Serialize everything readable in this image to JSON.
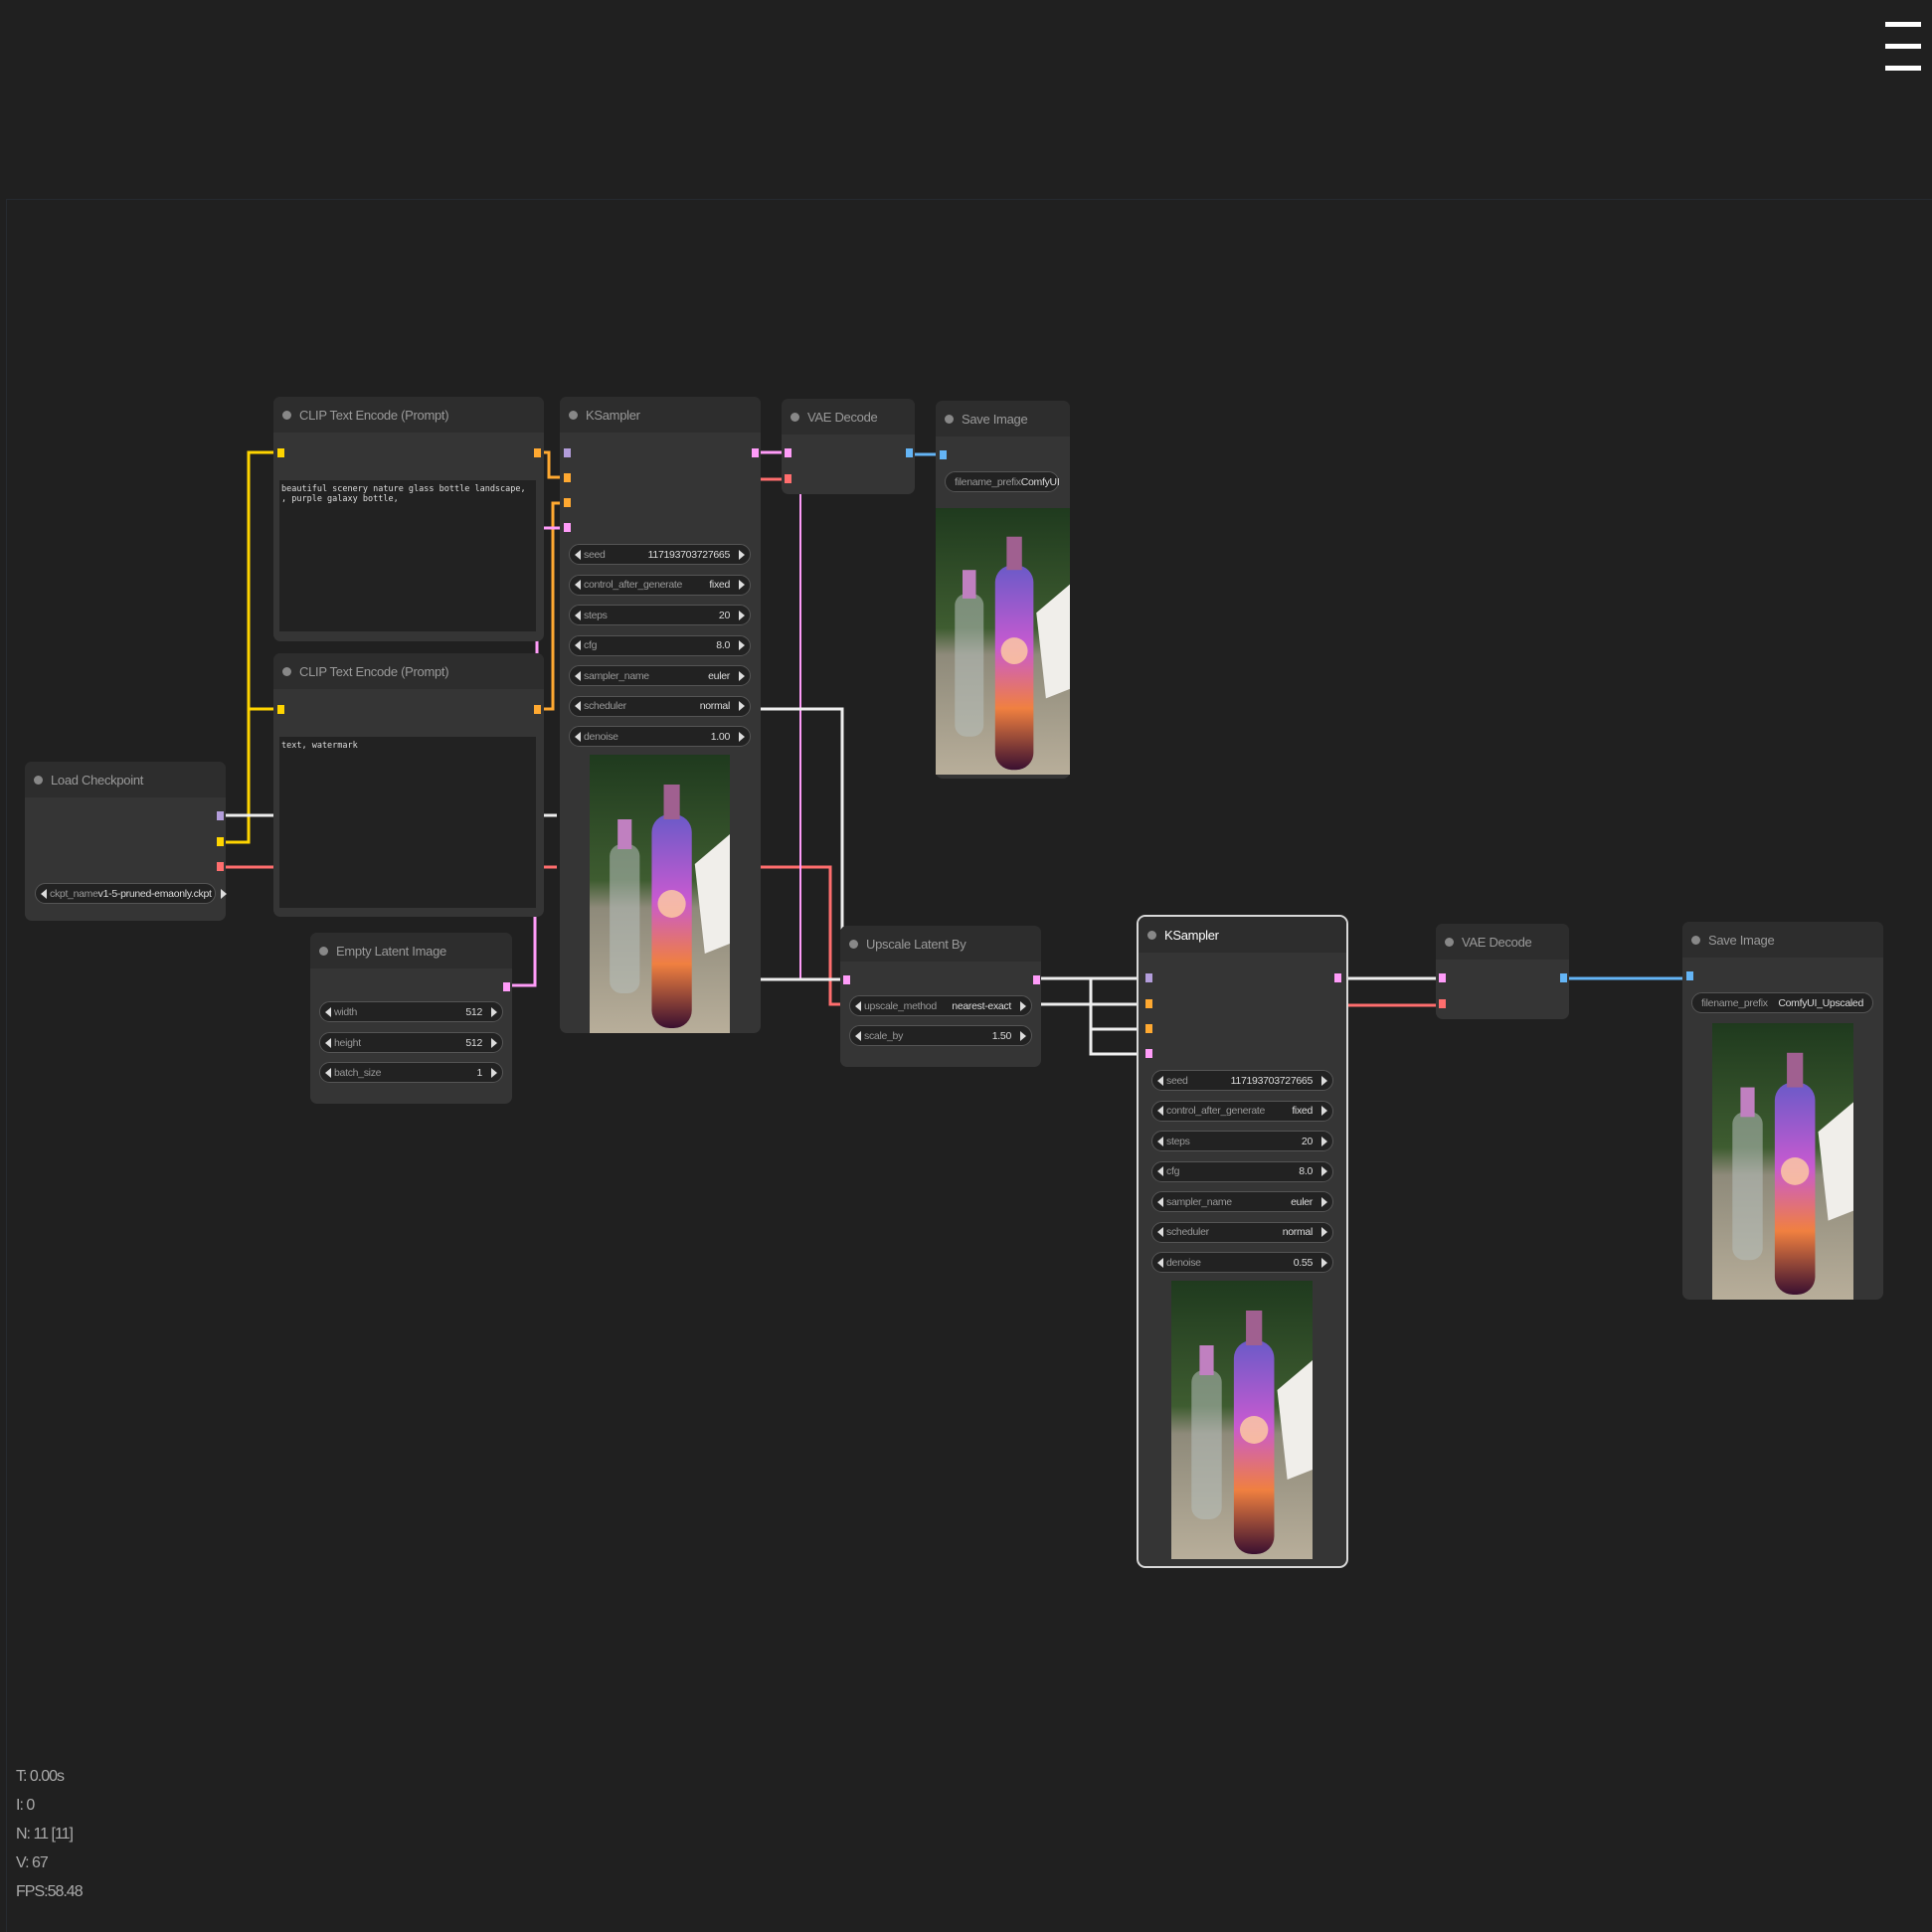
{
  "menu": {
    "icon": "hamburger-menu-icon"
  },
  "colors": {
    "clip": "#ffd500",
    "model": "#b39ddb",
    "vae": "#ff6e6e",
    "conditioning": "#ffa931",
    "latent": "#ff9cf9",
    "image": "#64b5f6"
  },
  "nodes": {
    "load_checkpoint": {
      "title": "Load Checkpoint",
      "widgets": [
        {
          "name": "ckpt_name",
          "value": "v1-5-pruned-emaonly.ckpt"
        }
      ]
    },
    "clip_text_pos": {
      "title": "CLIP Text Encode (Prompt)",
      "text": "beautiful scenery nature glass bottle landscape, , purple galaxy bottle,"
    },
    "clip_text_neg": {
      "title": "CLIP Text Encode (Prompt)",
      "text": "text, watermark"
    },
    "empty_latent": {
      "title": "Empty Latent Image",
      "widgets": [
        {
          "name": "width",
          "value": "512"
        },
        {
          "name": "height",
          "value": "512"
        },
        {
          "name": "batch_size",
          "value": "1"
        }
      ]
    },
    "ksampler_1": {
      "title": "KSampler",
      "widgets": [
        {
          "name": "seed",
          "value": "117193703727665"
        },
        {
          "name": "control_after_generate",
          "value": "fixed"
        },
        {
          "name": "steps",
          "value": "20"
        },
        {
          "name": "cfg",
          "value": "8.0"
        },
        {
          "name": "sampler_name",
          "value": "euler"
        },
        {
          "name": "scheduler",
          "value": "normal"
        },
        {
          "name": "denoise",
          "value": "1.00"
        }
      ]
    },
    "vae_decode_1": {
      "title": "VAE Decode"
    },
    "save_image_1": {
      "title": "Save Image",
      "widgets": [
        {
          "name": "filename_prefix",
          "value": "ComfyUI"
        }
      ]
    },
    "upscale_latent": {
      "title": "Upscale Latent By",
      "widgets": [
        {
          "name": "upscale_method",
          "value": "nearest-exact"
        },
        {
          "name": "scale_by",
          "value": "1.50"
        }
      ]
    },
    "ksampler_2": {
      "title": "KSampler",
      "widgets": [
        {
          "name": "seed",
          "value": "117193703727665"
        },
        {
          "name": "control_after_generate",
          "value": "fixed"
        },
        {
          "name": "steps",
          "value": "20"
        },
        {
          "name": "cfg",
          "value": "8.0"
        },
        {
          "name": "sampler_name",
          "value": "euler"
        },
        {
          "name": "scheduler",
          "value": "normal"
        },
        {
          "name": "denoise",
          "value": "0.55"
        }
      ]
    },
    "vae_decode_2": {
      "title": "VAE Decode"
    },
    "save_image_2": {
      "title": "Save Image",
      "widgets": [
        {
          "name": "filename_prefix",
          "value": "ComfyUI_Upscaled"
        }
      ]
    }
  },
  "stats": {
    "t": "T: 0.00s",
    "i": "I: 0",
    "n": "N: 11 [11]",
    "v": "V: 67",
    "fps": "FPS:58.48"
  }
}
